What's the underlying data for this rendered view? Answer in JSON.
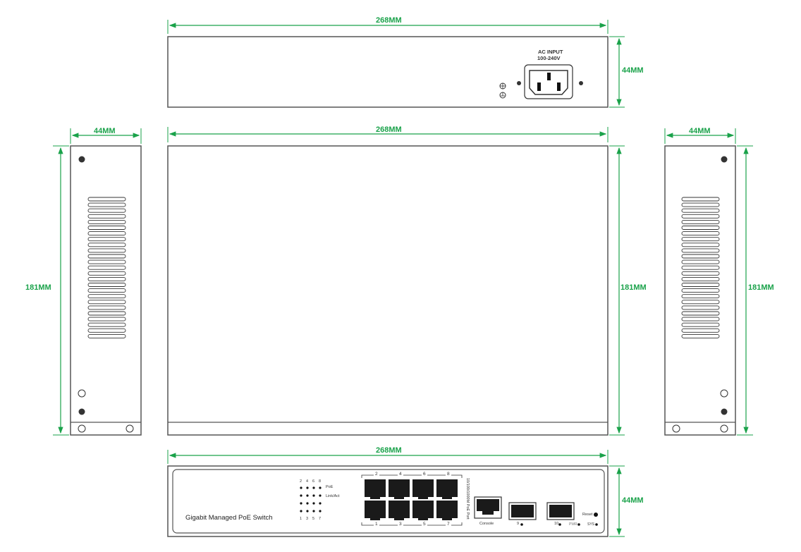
{
  "dimensions": {
    "width": "268MM",
    "height": "44MM",
    "depth": "181MM"
  },
  "rear_view": {
    "power_label_line1": "AC INPUT",
    "power_label_line2": "100-240V"
  },
  "side_views": {
    "vent_slots": 25
  },
  "front_view": {
    "product_name": "Gigabit Managed PoE Switch",
    "led_top_numbers": [
      "2",
      "4",
      "6",
      "8"
    ],
    "led_bottom_numbers": [
      "1",
      "3",
      "5",
      "7"
    ],
    "led_labels": [
      "PoE",
      "Link/Act"
    ],
    "port_top_numbers": [
      "2",
      "4",
      "6",
      "8"
    ],
    "port_bottom_numbers": [
      "1",
      "3",
      "5",
      "7"
    ],
    "port_group_label": "10/100/1000M PoE Port",
    "console_label": "Console",
    "sfp_labels": [
      "9",
      "10"
    ],
    "reset_label": "Reset",
    "pwr_label": "PWR",
    "sys_label": "SYS"
  },
  "colors": {
    "dimension_line": "#1aa24a",
    "outline": "#555555",
    "port_fill": "#1a1a1a"
  }
}
